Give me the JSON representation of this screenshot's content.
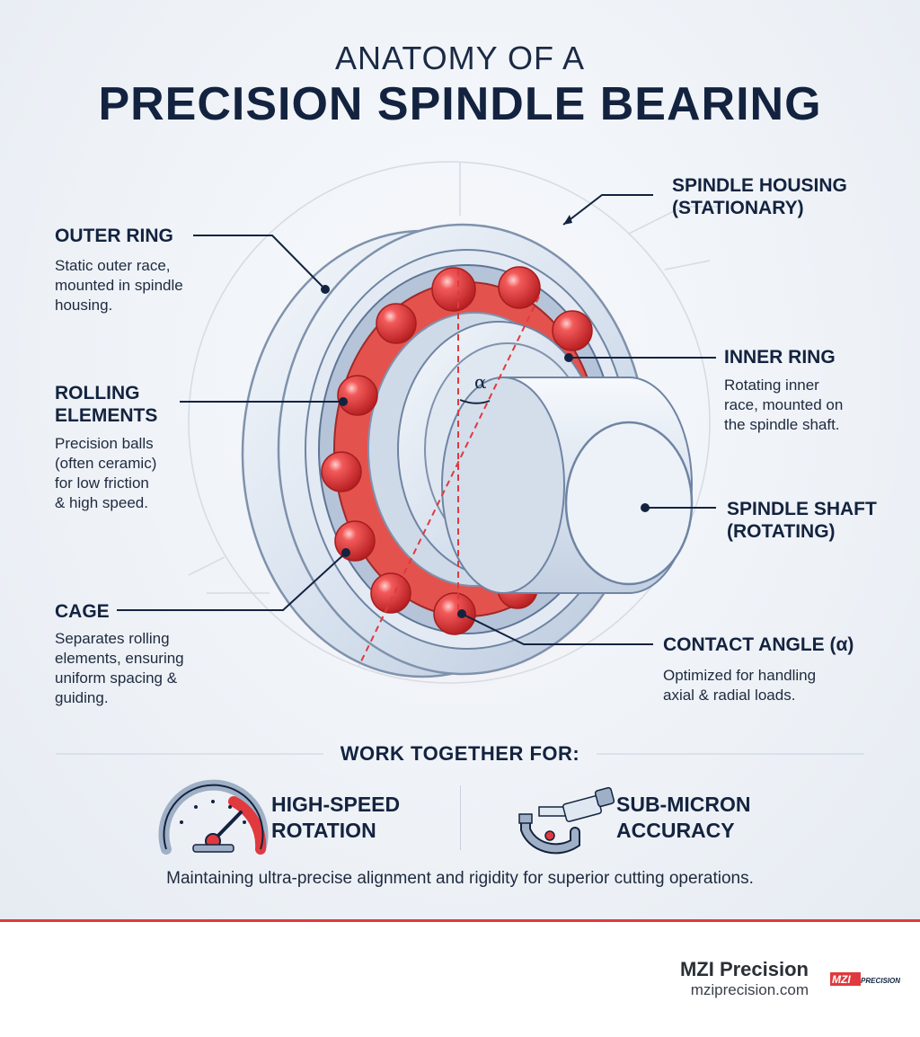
{
  "title": {
    "line1": "ANATOMY OF A",
    "line2": "PRECISION SPINDLE BEARING"
  },
  "labels": {
    "spindle_housing": {
      "title": "SPINDLE HOUSING\n(STATIONARY)"
    },
    "outer_ring": {
      "title": "OUTER RING",
      "description": "Static outer race,\nmounted in spindle\nhousing."
    },
    "inner_ring": {
      "title": "INNER RING",
      "description": "Rotating inner\nrace, mounted on\nthe spindle shaft."
    },
    "rolling_elements": {
      "title": "ROLLING\nELEMENTS",
      "description": "Precision balls\n(often ceramic)\nfor low friction\n& high speed."
    },
    "spindle_shaft": {
      "title": "SPINDLE SHAFT\n(ROTATING)"
    },
    "cage": {
      "title": "CAGE",
      "description": "Separates rolling\nelements, ensuring\nuniform spacing &\nguiding."
    },
    "contact_angle": {
      "title": "CONTACT ANGLE (α)",
      "description": "Optimized for handling\naxial & radial loads."
    }
  },
  "angle_symbol": "α",
  "section": {
    "heading": "WORK TOGETHER FOR:",
    "benefits": [
      {
        "label": "HIGH-SPEED\nROTATION",
        "icon": "speedometer-icon"
      },
      {
        "label": "SUB-MICRON\nACCURACY",
        "icon": "micrometer-icon"
      }
    ],
    "tagline": "Maintaining ultra-precise alignment and rigidity for superior cutting operations."
  },
  "footer": {
    "brand": "MZI Precision",
    "url": "mziprecision.com",
    "logo_text": {
      "mark": "MZI",
      "word": "PRECISION"
    }
  },
  "colors": {
    "navy": "#13233f",
    "accent_red": "#e0393e",
    "ball_red": "#e23a3a",
    "steel": "#dfe7f1",
    "steel_edge": "#7f92ad"
  }
}
